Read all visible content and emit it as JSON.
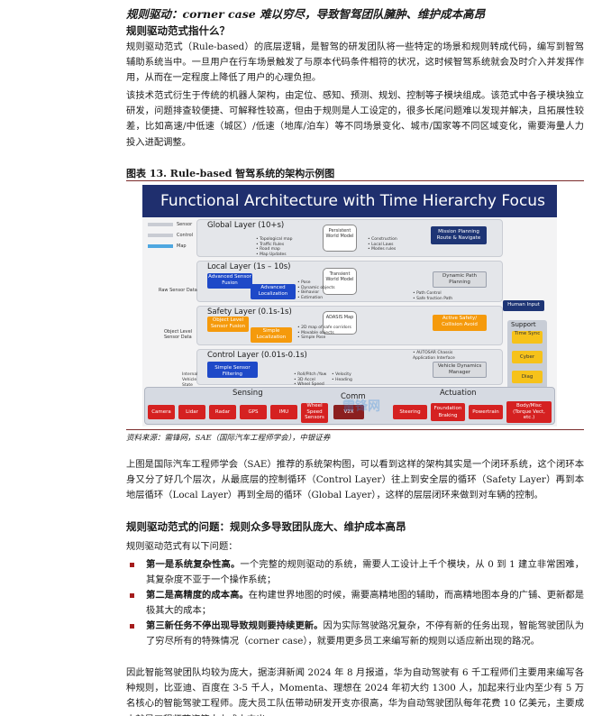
{
  "section_title": "规则驱动：corner case 难以穷尽，导致智驾团队臃肿、维护成本高昂",
  "q1": "规则驱动范式指什么？",
  "p1": "规则驱动范式（Rule-based）的底层逻辑，是智驾的研发团队将一些特定的场景和规则转成代码，编写到智驾辅助系统当中。一旦用户在行车场景触发了与原本代码条件相符的状况，这时候智驾系统就会及时介入并发挥作用，从而在一定程度上降低了用户的心理负担。",
  "p2": "该技术范式衍生于传统的机器人架构，由定位、感知、预测、规划、控制等子模块组成。该范式中各子模块独立研发，问题排查较便捷、可解释性较高，但由于规则是人工设定的，很多长尾问题难以发现并解决，且拓展性较差，比如高速/中低速（城区）/低速（地库/泊车）等不同场景变化、城市/国家等不同区域变化，需要海量人力投入进配调整。",
  "figure": {
    "title": "图表 13. Rule-based 智驾系统的架构示例图",
    "banner": "Functional Architecture with Time Hierarchy Focus",
    "source": "资料来源：需锋网，SAE（国际汽车工程师学会），中银证券",
    "legend": [
      "Sensor",
      "Control",
      "Map"
    ],
    "layers": {
      "global": "Global Layer (10+s)",
      "local": "Local Layer (1s – 10s)",
      "safety": "Safety Layer (0.1s-1s)",
      "control": "Control Layer (0.01s-0.1s)"
    },
    "side_labels": {
      "raw_sensor": "Raw Sensor Data",
      "object_level": "Object Level Sensor Data",
      "internal_vehicle": "Internal Vehicle State Data"
    },
    "boxes": {
      "persistent_world": "Persistent World Model",
      "mission_planning": "Mission Planning Route & Navigate",
      "advanced_sensor_fusion": "Advanced Sensor Fusion",
      "advanced_localization": "Advanced Localization",
      "transient_world": "Transient World Model",
      "dynamic_path": "Dynamic Path Planning",
      "human_input": "Human Input",
      "object_level_fusion": "Object Level Sensor Fusion",
      "simple_localization": "Simple Localization",
      "adasis_map": "ADASIS Map",
      "active_safety": "Active Safety/ Collision Avoid",
      "simple_sensor_filtering": "Simple Sensor Filtering",
      "vehicle_dynamics": "Vehicle Dynamics Manager"
    },
    "notes": {
      "global_list": "• Topological map\n• Traffic Rules\n• Road map\n• Map Updates",
      "global_list2": "• Construction\n• Local Laws\n• Modes rules",
      "local_list": "• Pose\n• Dynamic objects\n• Behavior\n• Estimation",
      "local_list2": "• Path Control\n• Safe fraction Path",
      "safety_list": "• 2D map of safe corridors\n• Movable objects\n• Simple Pose",
      "control_list": "• AUTOSAR Chassis Application Interface",
      "control_list2": "• Roll/Pitch /Yaw\n• 3D Accel\n• Wheel Speed",
      "control_list3": "• Velocity\n• Heading"
    },
    "support": {
      "title": "Support",
      "items": [
        "Time Sync",
        "Cyber",
        "Diag"
      ]
    },
    "sensing": {
      "label": "Sensing",
      "items": [
        "Camera",
        "Lidar",
        "Radar",
        "GPS",
        "IMU",
        "Wheel Speed Sensors"
      ]
    },
    "comm": {
      "label": "Comm",
      "items": [
        "V2X"
      ]
    },
    "actuation": {
      "label": "Actuation",
      "items": [
        "Steering",
        "Foundation Braking",
        "Powertrain",
        "Body/Misc (Torque Vect, etc.)"
      ]
    },
    "watermark": "雷锋网"
  },
  "p3": "上图是国际汽车工程师学会（SAE）推荐的系统架构图，可以看到这样的架构其实是一个闭环系统，这个闭环本身又分了好几个层次，从最底层的控制循环（Control Layer）往上到安全层的循环（Safety Layer）再到本地层循环（Local Layer）再到全局的循环（Global Layer），这样的层层闭环来做到对车辆的控制。",
  "q2": "规则驱动范式的问题：规则众多导致团队庞大、维护成本高昂",
  "p4": "规则驱动范式有以下问题：",
  "bullets": [
    {
      "bold": "第一是系统复杂性高。",
      "text": "一个完整的规则驱动的系统，需要人工设计上千个模块，从 0 到 1 建立非常困难，其复杂度不亚于一个操作系统；"
    },
    {
      "bold": "第二是高精度的成本高。",
      "text": "在构建世界地图的时候，需要高精地图的辅助，而高精地图本身的广铺、更新都是极其大的成本；"
    },
    {
      "bold": "第三新任务不停出现导致规则要持续更新。",
      "text": "因为实际驾驶路况复杂，不停有新的任务出现，智能驾驶团队为了穷尽所有的特殊情况（corner case），就要用更多员工来编写新的规则以适应新出现的路况。"
    }
  ],
  "p5": "因此智能驾驶团队均较为庞大，据澎湃新闻 2024 年 8 月报道，华为自动驾驶有 6 千工程师们主要用来编写各种规则，比亚迪、百度在 3-5 千人，Momenta、理想在 2024 年初大约 1300 人，加起来行业内至少有 5 万名核心的智能驾驶工程师。庞大员工队伍带动研发开支亦很高，华为自动驾驶团队每年花费 10 亿美元，主要成本就是工程师薪资等人力成本支出。"
}
